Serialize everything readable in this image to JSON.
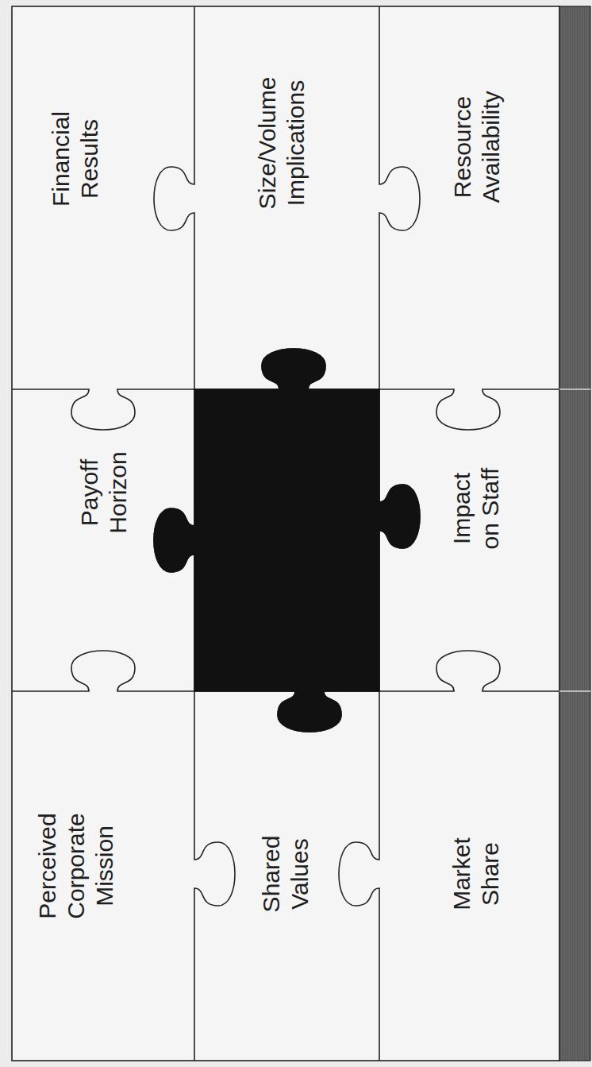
{
  "diagram": {
    "nodes": [
      {
        "text": [
          "Perceived Corporate Mission"
        ]
      },
      {
        "text": [
          "Payoff Horizon"
        ]
      },
      {
        "text": [
          "Financial Results"
        ]
      },
      {
        "text": [
          "Shared Values"
        ]
      },
      {
        "text": [
          "Size/Volume Implications"
        ]
      },
      {
        "text": [
          "Market Share"
        ]
      },
      {
        "text": [
          "Impact on Staff"
        ]
      },
      {
        "text": [
          "Resource Availability"
        ]
      }
    ]
  }
}
